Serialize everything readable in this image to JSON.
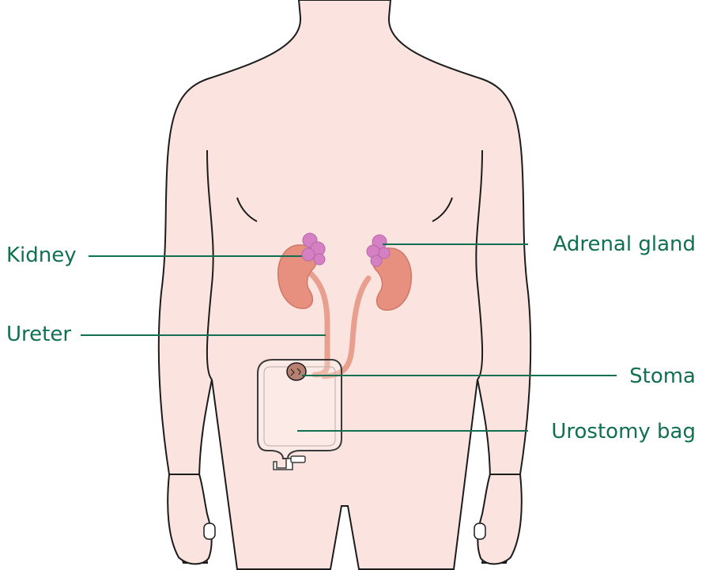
{
  "colors": {
    "skin_fill": "#fbe3df",
    "outline": "#1c1c1c",
    "kidney": "#e8907f",
    "kidney_inner": "#f0a898",
    "adrenal": "#d680c4",
    "ureter": "#e8a08e",
    "stoma": "#b88070",
    "bag_outline": "#3a3a3a",
    "label": "#117052",
    "leader": "#117052"
  },
  "labels": {
    "kidney": "Kidney",
    "ureter": "Ureter",
    "adrenal_gland": "Adrenal gland",
    "stoma": "Stoma",
    "urostomy_bag": "Urostomy bag"
  },
  "icons": {
    "figure": "torso-figure",
    "bag": "urostomy-bag"
  }
}
